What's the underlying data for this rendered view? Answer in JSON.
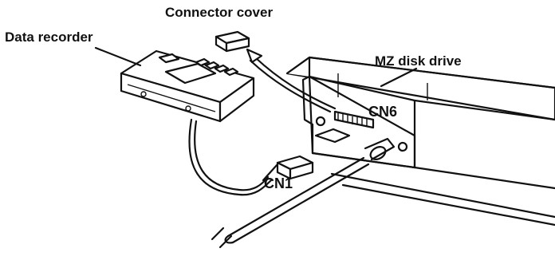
{
  "labels": {
    "connector_cover": "Connector cover",
    "data_recorder": "Data recorder",
    "mz_disk_drive": "MZ disk drive",
    "cn6": "CN6",
    "cn1": "CN1"
  }
}
